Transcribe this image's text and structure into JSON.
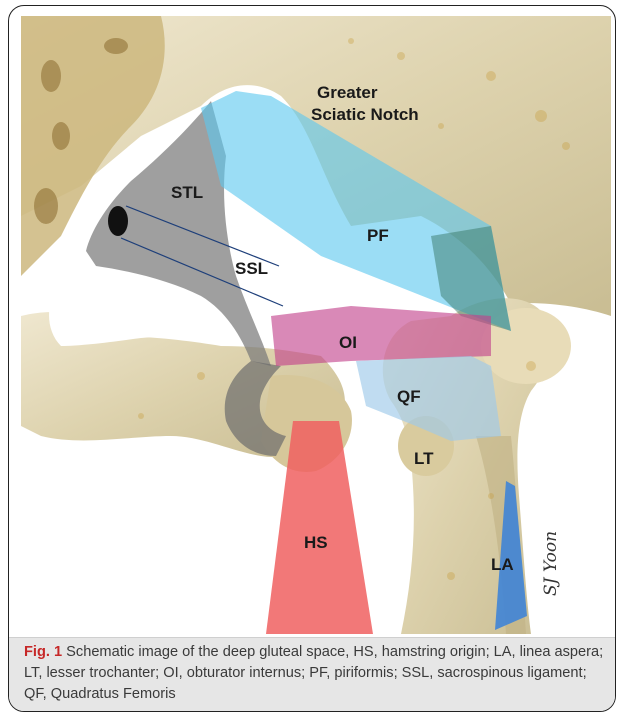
{
  "figure": {
    "labels": {
      "greater_sciatic_notch_line1": "Greater",
      "greater_sciatic_notch_line2": "Sciatic Notch",
      "stl": "STL",
      "ssl": "SSL",
      "pf": "PF",
      "oi": "OI",
      "qf": "QF",
      "lt": "LT",
      "hs": "HS",
      "la": "LA"
    },
    "signature": "SJ Yoon",
    "colors": {
      "pf": "#5ec8ef",
      "oi": "#c2408a",
      "qf": "#9ec9ea",
      "hs": "#f06060",
      "la": "#3f84d6",
      "ligament": "#7a7a7a"
    }
  },
  "caption": {
    "fig_label": "Fig. 1",
    "text": "Schematic image of the deep gluteal space, HS, hamstring origin; LA, linea aspera; LT, lesser trochanter; OI, obturator internus; PF, piriformis; SSL, sacrospinous ligament; QF, Quadratus Femoris"
  }
}
